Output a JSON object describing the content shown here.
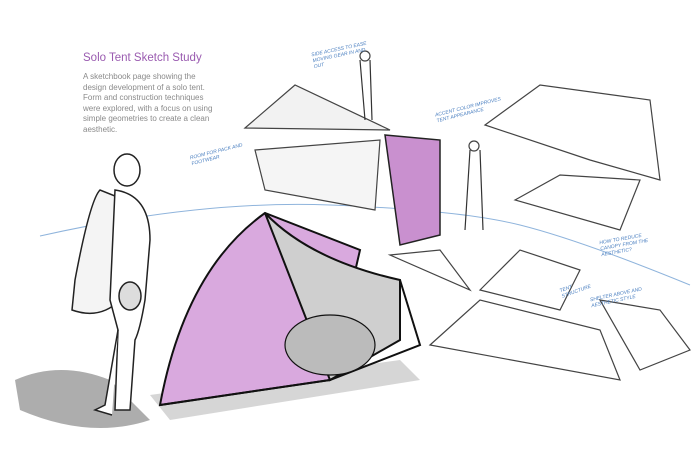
{
  "title": "Solo Tent Sketch Study",
  "description": "A sketchbook page showing the design development of a solo tent. Form and construction techniques were explored, with a focus on using simple geometries to create a clean aesthetic.",
  "annotations": [
    "Side access to ease moving gear in and out",
    "Room for pack and footwear",
    "Accent color improves tent appearance",
    "How to reduce canopy from the aesthetic?",
    "Tent structure",
    "Shelter above and aesthetic style"
  ],
  "colors": {
    "accent": "#c27fc9",
    "title": "#9a5bb0",
    "annotation": "#4a7fc0",
    "ink": "#222222"
  }
}
